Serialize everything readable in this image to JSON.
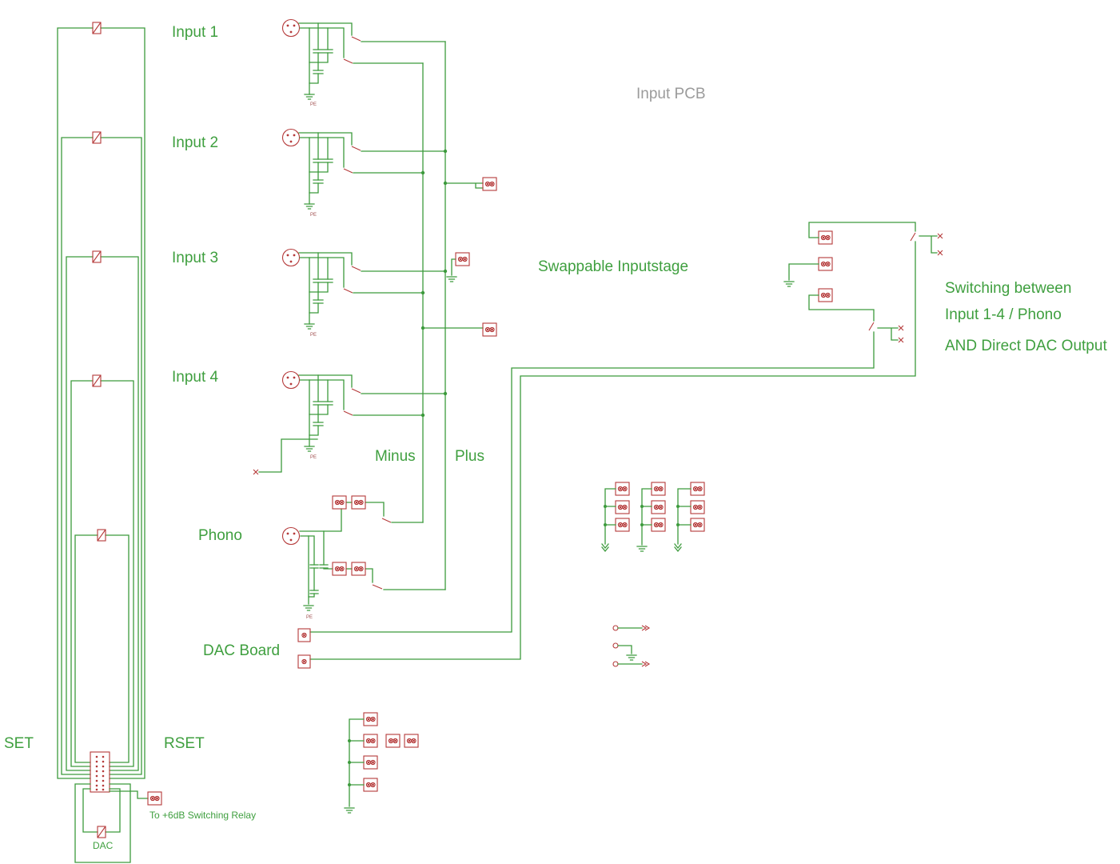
{
  "labels": {
    "input_1": "Input 1",
    "input_2": "Input 2",
    "input_3": "Input 3",
    "input_4": "Input 4",
    "phono": "Phono",
    "dac_board": "DAC Board",
    "set": "SET",
    "rset": "RSET",
    "minus": "Minus",
    "plus": "Plus",
    "input_pcb": "Input PCB",
    "swappable_inputstage": "Swappable Inputstage",
    "switching_line_1": "Switching between",
    "switching_line_2": "Input 1-4 / Phono",
    "switching_line_3": "AND Direct DAC Output",
    "relay_note": "To +6dB Switching Relay",
    "dac": "DAC"
  },
  "ground_label": "PE",
  "colors": {
    "wire": "#3c9a3c",
    "component": "#b53a3a",
    "text": "#3f9f3f",
    "pcb_label": "#9b9b9b",
    "small_label": "#a05050"
  }
}
